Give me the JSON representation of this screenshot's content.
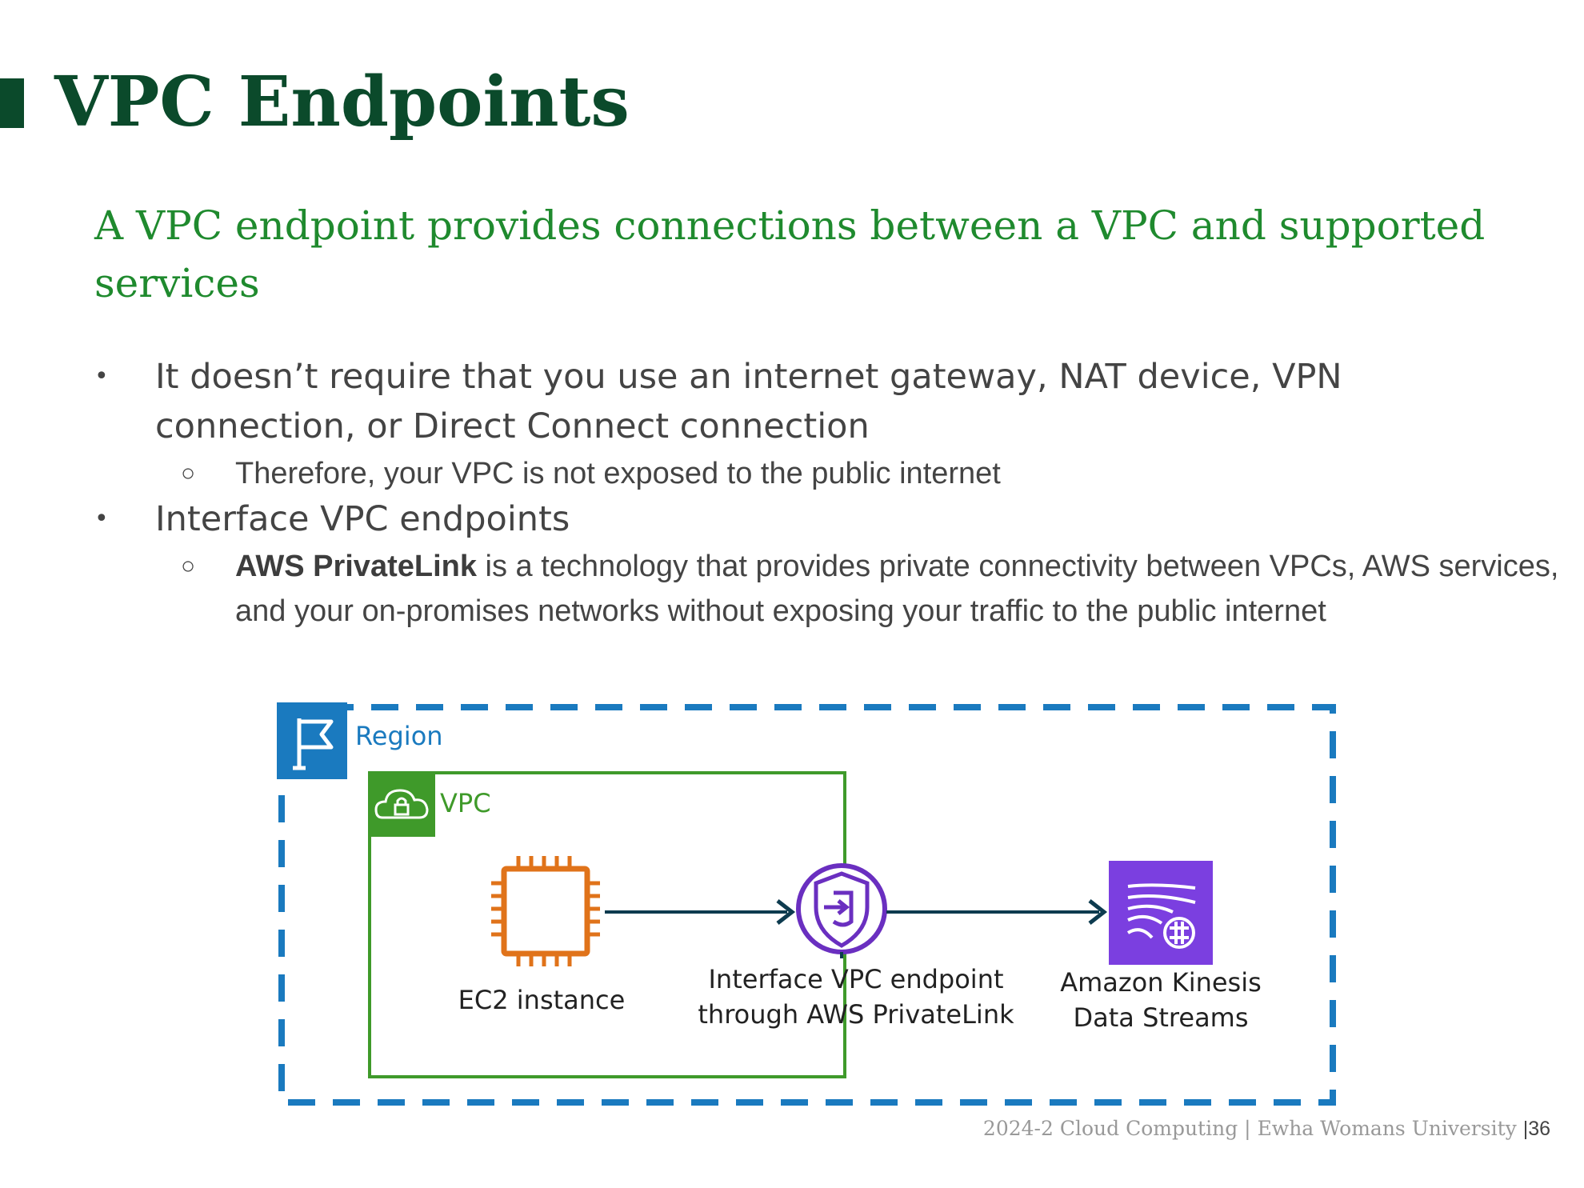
{
  "slide": {
    "title": "VPC Endpoints",
    "subtitle": "A VPC endpoint provides connections between a VPC and supported services",
    "bullet1": "It doesn’t require that you use an internet gateway, NAT device, VPN connection, or Direct Connect connection",
    "bullet1_sub": "Therefore, your VPC is not exposed to the public internet",
    "bullet2": "Interface VPC endpoints",
    "bullet2_sub_bold": "AWS PrivateLink",
    "bullet2_sub_rest": " is a technology that provides private connectivity between VPCs, AWS services, and your on-promises networks without exposing your traffic to the public internet",
    "bullet_glyph": "•",
    "sub_glyph": "○"
  },
  "diagram": {
    "region_label": "Region",
    "vpc_label": "VPC",
    "ec2_label": "EC2 instance",
    "endpoint_label_line1": "Interface VPC endpoint",
    "endpoint_label_line2": "through AWS PrivateLink",
    "kinesis_label_line1": "Amazon Kinesis",
    "kinesis_label_line2": "Data Streams",
    "icons": [
      "flag-icon",
      "cloud-lock-icon",
      "chip-icon",
      "shield-endpoint-icon",
      "kinesis-icon"
    ],
    "colors": {
      "region": "#1a7abf",
      "vpc": "#3f9a2a",
      "ec2": "#e0731a",
      "endpoint": "#6a2fc0",
      "kinesis": "#7b3fe0",
      "arrow": "#0d3b4f"
    }
  },
  "footer": {
    "course": "2024-2 Cloud Computing",
    "separator": "|",
    "university": "Ewha Womans University",
    "page_separator": "|",
    "page_number": "36"
  }
}
